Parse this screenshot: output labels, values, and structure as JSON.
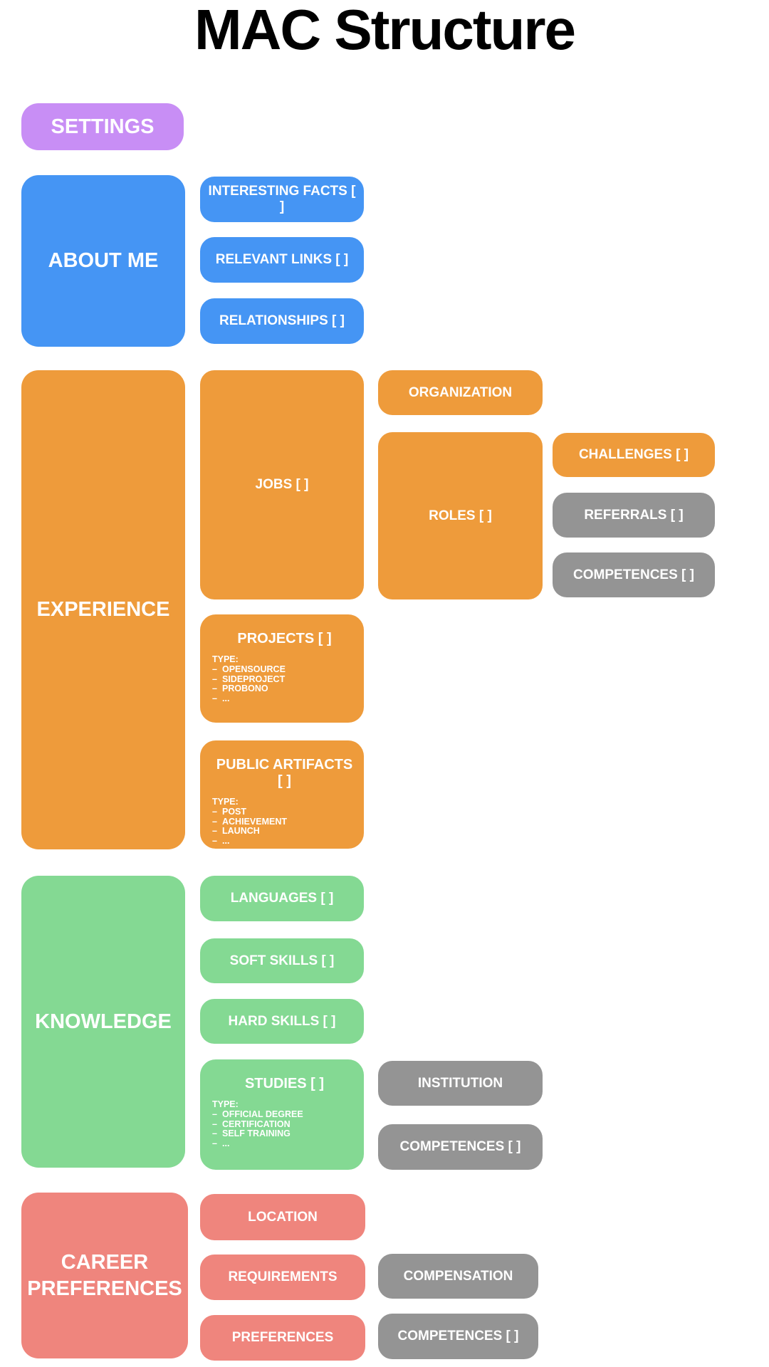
{
  "title": "MAC Structure",
  "bullet": "–",
  "colors": {
    "purple": "#c88ef5",
    "blue": "#4595f4",
    "orange": "#ee9b3b",
    "green": "#84d993",
    "red": "#ef857d",
    "gray": "#949494",
    "text": "#ffffff",
    "title": "#000000"
  },
  "settings": {
    "label": "SETTINGS"
  },
  "about_me": {
    "label": "ABOUT ME",
    "interesting_facts": "INTERESTING FACTS [ ]",
    "relevant_links": "RELEVANT LINKS [ ]",
    "relationships": "RELATIONSHIPS [ ]"
  },
  "experience": {
    "label": "EXPERIENCE",
    "jobs": {
      "label": "JOBS [ ]",
      "organization": "ORGANIZATION",
      "roles": {
        "label": "ROLES [ ]",
        "challenges": "CHALLENGES [ ]",
        "referrals": "REFERRALS [ ]",
        "competences": "COMPETENCES [ ]"
      }
    },
    "projects": {
      "label": "PROJECTS [ ]",
      "type_heading": "TYPE:",
      "types": [
        "OPENSOURCE",
        "SIDEPROJECT",
        "PROBONO",
        "..."
      ]
    },
    "public_artifacts": {
      "label": "PUBLIC ARTIFACTS [ ]",
      "type_heading": "TYPE:",
      "types": [
        "POST",
        "ACHIEVEMENT",
        "LAUNCH",
        "..."
      ]
    }
  },
  "knowledge": {
    "label": "KNOWLEDGE",
    "languages": "LANGUAGES [ ]",
    "soft_skills": "SOFT SKILLS [ ]",
    "hard_skills": "HARD SKILLS [ ]",
    "studies": {
      "label": "STUDIES [ ]",
      "type_heading": "TYPE:",
      "types": [
        "OFFICIAL DEGREE",
        "CERTIFICATION",
        "SELF TRAINING",
        "..."
      ]
    },
    "institution": "INSTITUTION",
    "competences": "COMPETENCES [ ]"
  },
  "career_preferences": {
    "label": "CAREER PREFERENCES",
    "location": "LOCATION",
    "requirements": "REQUIREMENTS",
    "compensation": "COMPENSATION",
    "preferences": "PREFERENCES",
    "competences": "COMPETENCES [ ]"
  }
}
